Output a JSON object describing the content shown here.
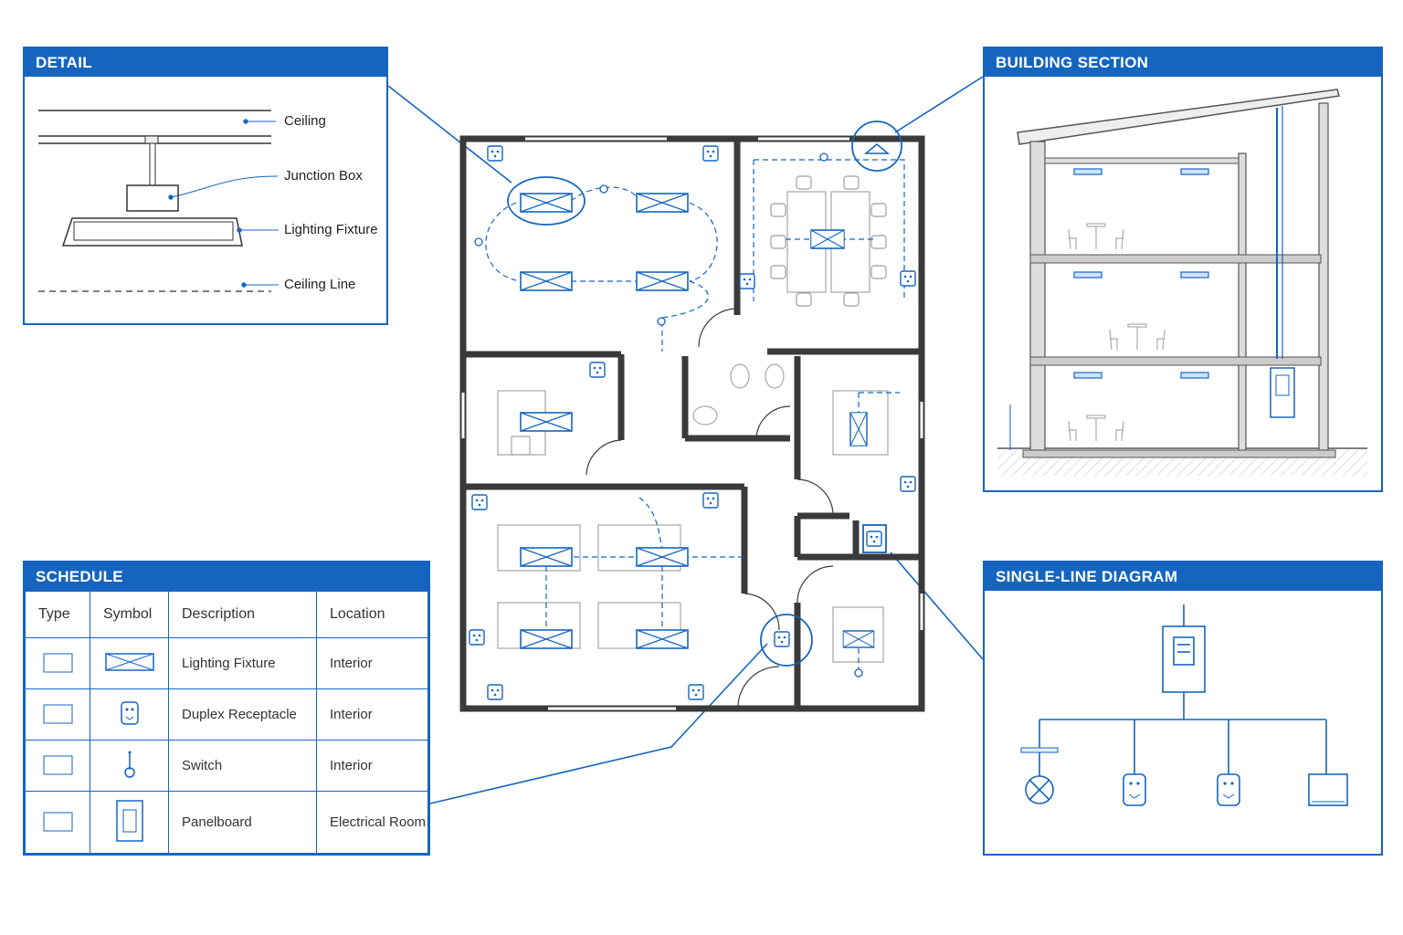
{
  "detail": {
    "header": "DETAIL",
    "labels": {
      "ceiling": "Ceiling",
      "junction_box": "Junction Box",
      "lighting_fixture": "Lighting Fixture",
      "ceiling_line": "Ceiling Line"
    }
  },
  "building_section": {
    "header": "BUILDING SECTION"
  },
  "schedule": {
    "header": "SCHEDULE",
    "columns": [
      "Type",
      "Symbol",
      "Description",
      "Location"
    ],
    "rows": [
      {
        "symbol": "lighting-fixture-symbol",
        "description": "Lighting Fixture",
        "location": "Interior"
      },
      {
        "symbol": "duplex-receptacle-symbol",
        "description": "Duplex Receptacle",
        "location": "Interior"
      },
      {
        "symbol": "switch-symbol",
        "description": "Switch",
        "location": "Interior"
      },
      {
        "symbol": "panelboard-symbol",
        "description": "Panelboard",
        "location": "Electrical Room"
      }
    ]
  },
  "single_line_diagram": {
    "header": "SINGLE-LINE DIAGRAM",
    "loads": [
      "lighting-fixture-symbol",
      "duplex-receptacle-symbol",
      "duplex-receptacle-symbol",
      "equipment-box-symbol"
    ]
  },
  "colors": {
    "accent": "#1565c0",
    "wall": "#3a3a3a",
    "furniture": "#9e9e9e"
  }
}
